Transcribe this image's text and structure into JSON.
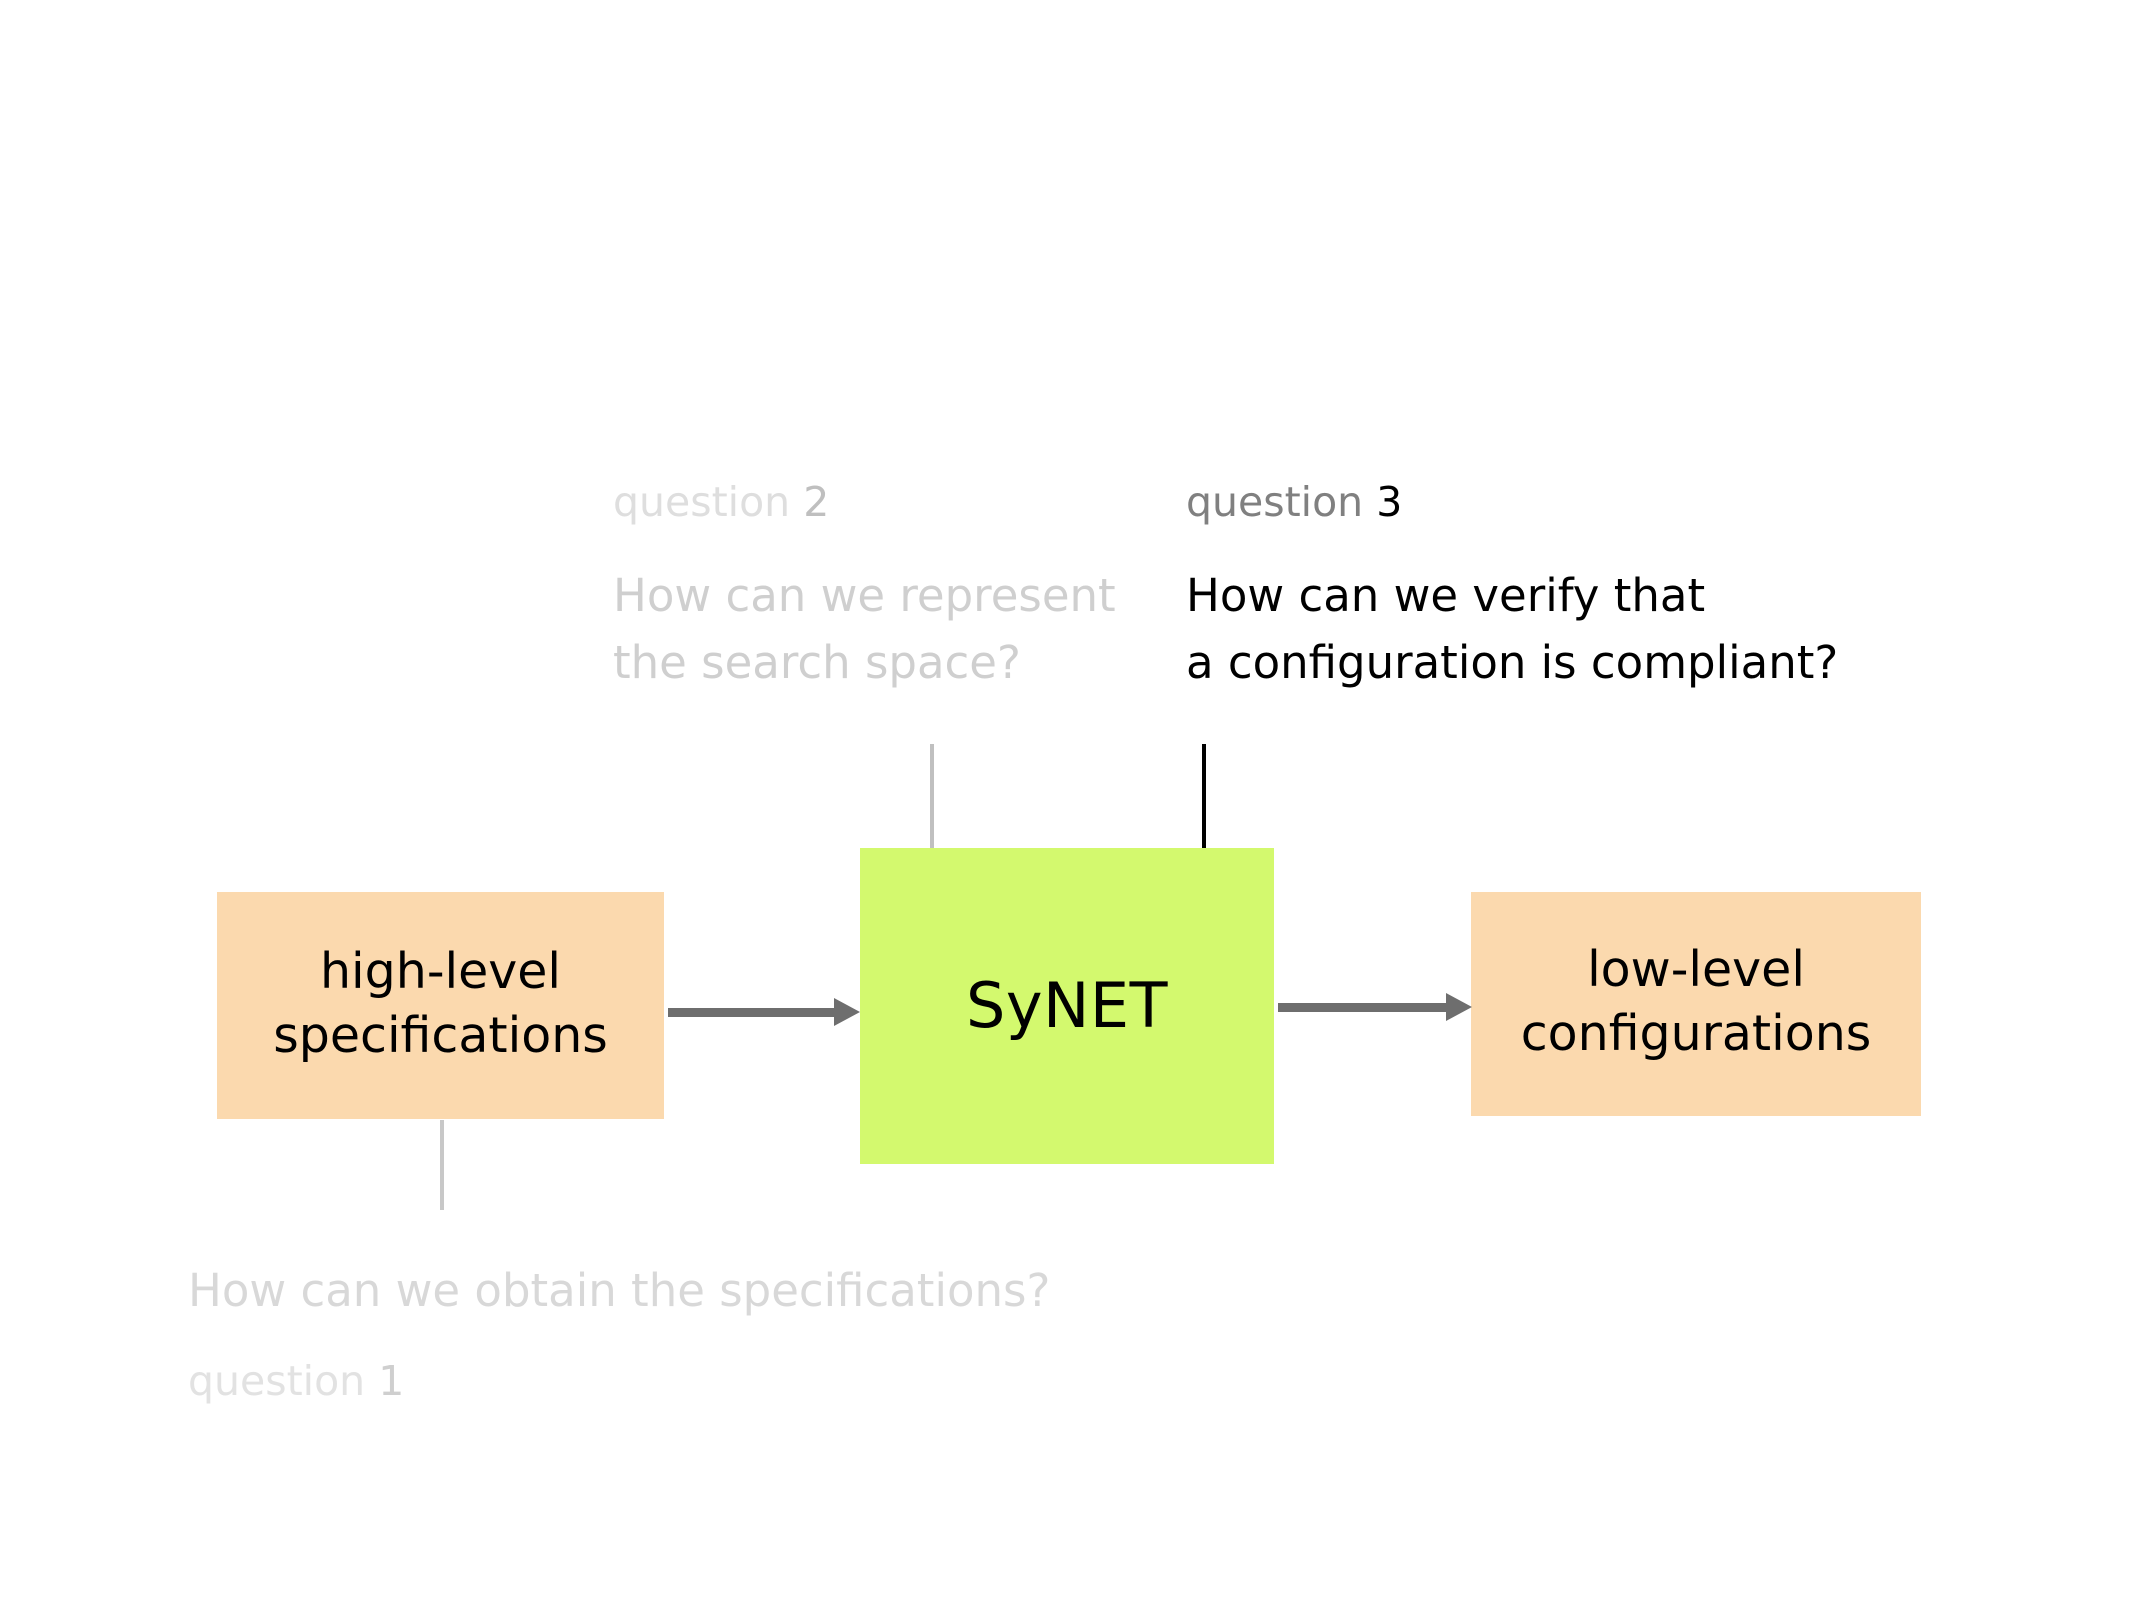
{
  "diagram": {
    "title": "SyNET research questions overview",
    "colors": {
      "box_peach": "#FBD9AE",
      "box_green": "#D3F96E",
      "arrow_gray": "#6E6E6E",
      "faded_gray": "#CFCFCF",
      "label_gray": "#808080",
      "black": "#000000",
      "background": "#FFFFFF"
    },
    "boxes": {
      "input": {
        "line1": "high-level",
        "line2": "specifications"
      },
      "system": {
        "label": "SyNET"
      },
      "output": {
        "line1": "low-level",
        "line2": "configurations"
      }
    },
    "questions": [
      {
        "id": "question-1",
        "head_word": "question",
        "head_num": "1",
        "lines": [
          "How can we obtain the specifications?"
        ],
        "state": "faded"
      },
      {
        "id": "question-2",
        "head_word": "question",
        "head_num": "2",
        "lines": [
          "How can we represent",
          "the search space?"
        ],
        "state": "faded"
      },
      {
        "id": "question-3",
        "head_word": "question",
        "head_num": "3",
        "lines": [
          "How can we verify that",
          "a configuration is compliant?"
        ],
        "state": "highlighted"
      }
    ]
  }
}
